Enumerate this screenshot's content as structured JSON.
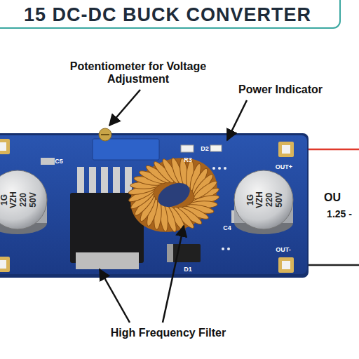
{
  "diagram": {
    "title": "15 DC-DC BUCK CONVERTER",
    "labels": [
      "Potentiometer for Voltage Adjustment",
      "Power Indicator",
      "High Frequency Filter",
      "OU",
      "1.25 -",
      "OUT+",
      "OUT-",
      "C5",
      "R3",
      "D2",
      "C4",
      "D1",
      "1G",
      "VZH",
      "220",
      "50V",
      "1G",
      "VZH",
      "220",
      "50V"
    ]
  }
}
